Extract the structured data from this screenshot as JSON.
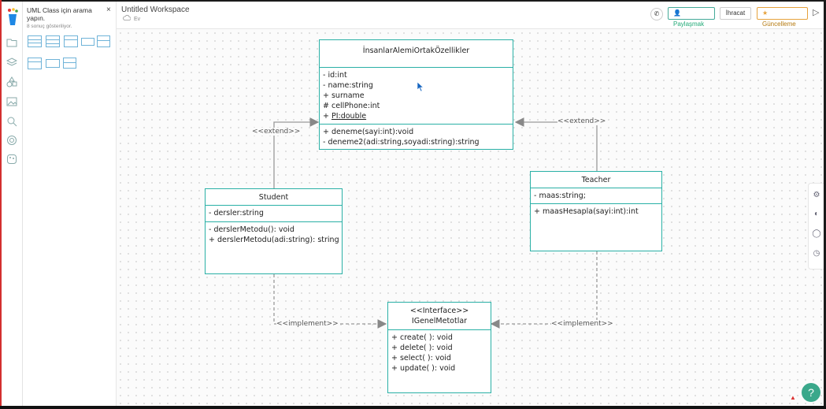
{
  "panel": {
    "search_title": "UML Class için arama yapın.",
    "result_count": "8 sonuç gösteriliyor.",
    "close_icon": "×"
  },
  "header": {
    "workspace_title": "Untitled Workspace",
    "workspace_location": "Ev",
    "share_label": "Paylaşmak",
    "export_label": "İhracat",
    "update_label": "Güncelleme"
  },
  "rail_icons": [
    "folder-icon",
    "layers-icon",
    "shapes-icon",
    "image-icon",
    "search-icon",
    "target-icon",
    "palette-icon"
  ],
  "right_tools": [
    "settings-page-icon",
    "palette-icon",
    "comment-icon",
    "history-icon"
  ],
  "help_label": "?",
  "diagram": {
    "parent": {
      "name": "İnsanlarAlemiOrtakÖzellikler",
      "attributes": [
        "-  id:int",
        "-  name:string",
        "+ surname",
        "# cellPhone:int"
      ],
      "static_attr_prefix": "+ ",
      "static_attr": "PI:double",
      "methods": [
        "+ deneme(sayi:int):void",
        "- deneme2(adi:string,soyadi:string):string"
      ]
    },
    "student": {
      "name": "Student",
      "attributes": [
        "- dersler:string"
      ],
      "methods": [
        "-  derslerMetodu(): void",
        "+ derslerMetodu(adi:string): string"
      ]
    },
    "teacher": {
      "name": "Teacher",
      "attributes": [
        "-  maas:string;"
      ],
      "methods": [
        "+  maasHesapla(sayi:int):int"
      ]
    },
    "interface": {
      "stereotype": "<<Interface>>",
      "name": "IGenelMetotlar",
      "methods": [
        "+ create(  ): void",
        "+ delete( ): void",
        "+ select( ): void",
        "+ update( ): void"
      ]
    },
    "labels": {
      "extend_left": "<<extend>>",
      "extend_right": "<<extend>>",
      "implement_left": "<<implement>>",
      "implement_right": "<<implement>>"
    }
  },
  "colors": {
    "uml_border": "#2ab0a6",
    "connector": "#999999",
    "accent_share": "#2a7",
    "accent_update": "#e6a23c",
    "help": "#3aa88b"
  }
}
